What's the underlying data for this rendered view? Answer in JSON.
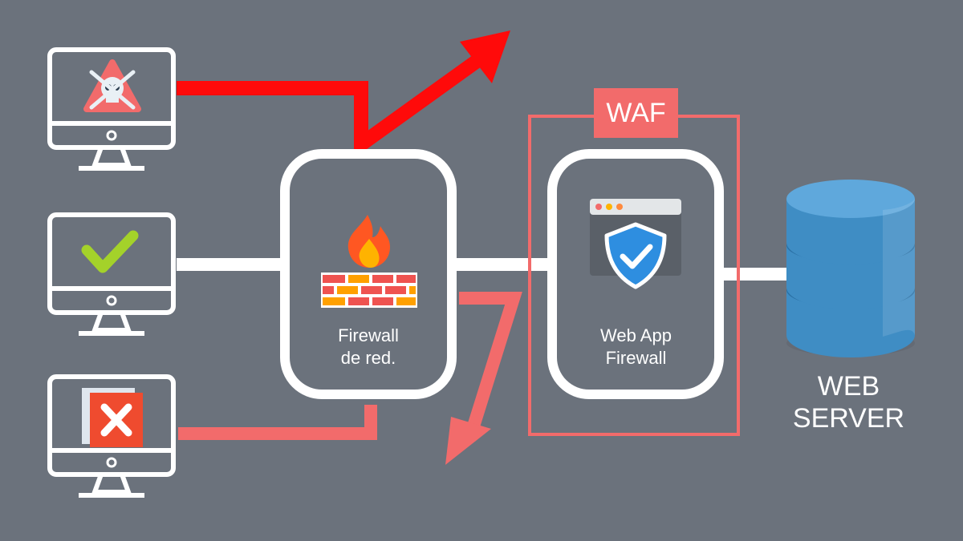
{
  "diagram": {
    "waf_tag": "WAF",
    "network_firewall": {
      "line1": "Firewall",
      "line2": "de red."
    },
    "web_app_firewall": {
      "line1": "Web App",
      "line2": "Firewall"
    },
    "web_server": {
      "line1": "WEB",
      "line2": "SERVER"
    }
  },
  "clients": [
    {
      "name": "malicious-client",
      "icon": "skull-warning-icon"
    },
    {
      "name": "legitimate-client",
      "icon": "checkmark-icon"
    },
    {
      "name": "blocked-client",
      "icon": "error-x-icon"
    }
  ],
  "colors": {
    "background": "#6b727c",
    "red_flow": "#ff0a0a",
    "salmon_flow": "#f26b6b",
    "white": "#ffffff",
    "db_blue": "#3f8dc4"
  }
}
